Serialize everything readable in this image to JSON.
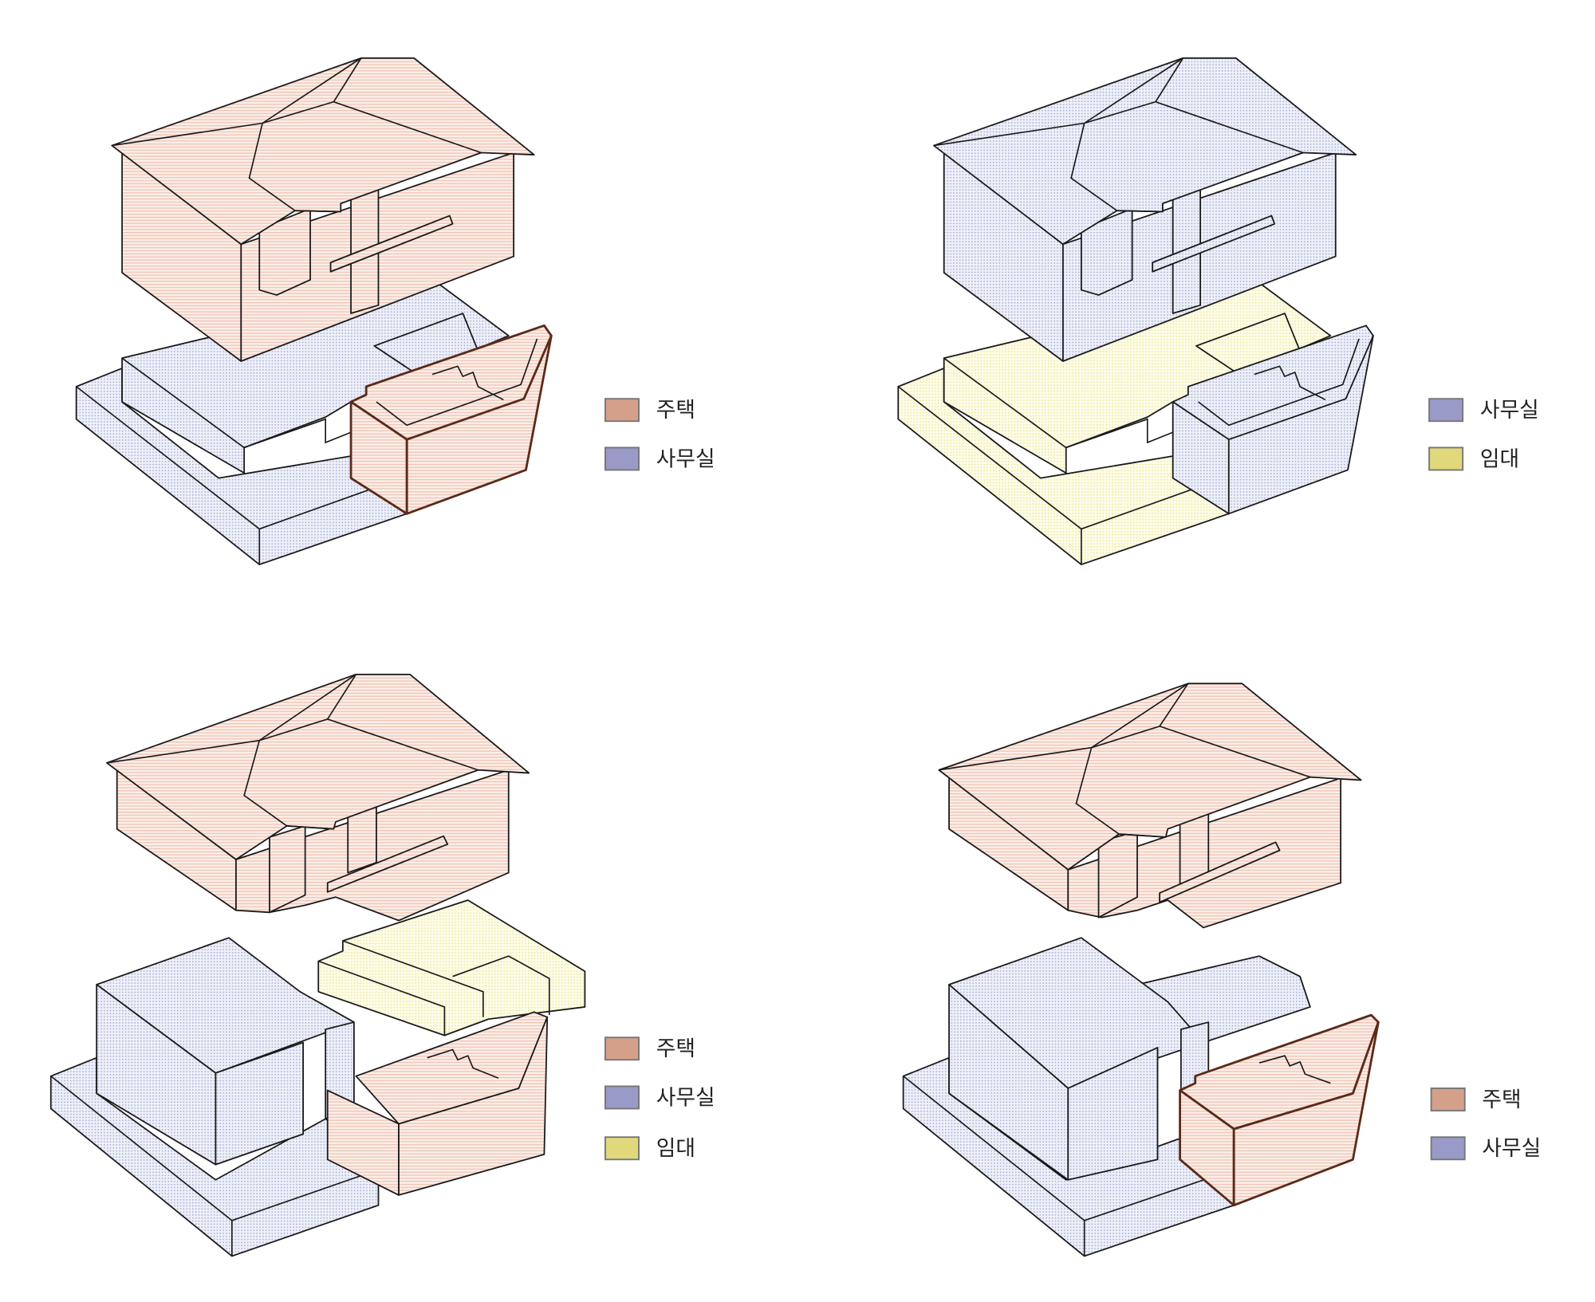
{
  "colors": {
    "housing": "#d4a08a",
    "office": "#9a9ac8",
    "rental": "#e0d87a"
  },
  "panels": [
    {
      "legend": [
        {
          "label": "주택",
          "key": "housing"
        },
        {
          "label": "사무실",
          "key": "office"
        }
      ]
    },
    {
      "legend": [
        {
          "label": "사무실",
          "key": "office"
        },
        {
          "label": "임대",
          "key": "rental"
        }
      ]
    },
    {
      "legend": [
        {
          "label": "주택",
          "key": "housing"
        },
        {
          "label": "사무실",
          "key": "office"
        },
        {
          "label": "임대",
          "key": "rental"
        }
      ]
    },
    {
      "legend": [
        {
          "label": "주택",
          "key": "housing"
        },
        {
          "label": "사무실",
          "key": "office"
        }
      ]
    }
  ]
}
